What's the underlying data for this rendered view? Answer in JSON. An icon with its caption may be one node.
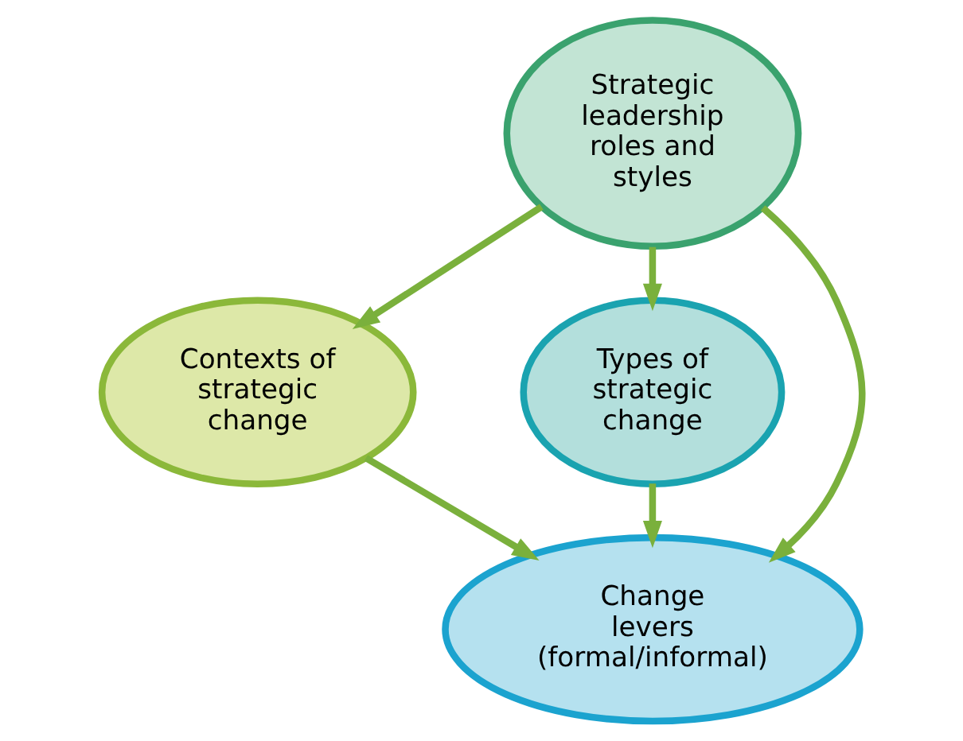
{
  "diagram": {
    "nodes": [
      {
        "text": [
          "Strategic leadership roles and styles"
        ]
      },
      {
        "text": [
          "Contexts of strategic change"
        ]
      },
      {
        "text": [
          "Types of strategic change"
        ]
      },
      {
        "text": [
          "Change levers (formal/informal)"
        ]
      }
    ],
    "edges": [
      {
        "from": 0,
        "to": 1,
        "arrow": "to"
      },
      {
        "from": 0,
        "to": 3,
        "arrow": "to"
      },
      {
        "from": 0,
        "to": 2,
        "arrow": "to"
      },
      {
        "from": 1,
        "to": 3,
        "arrow": "to"
      },
      {
        "from": 2,
        "to": 3,
        "arrow": "to"
      }
    ]
  }
}
